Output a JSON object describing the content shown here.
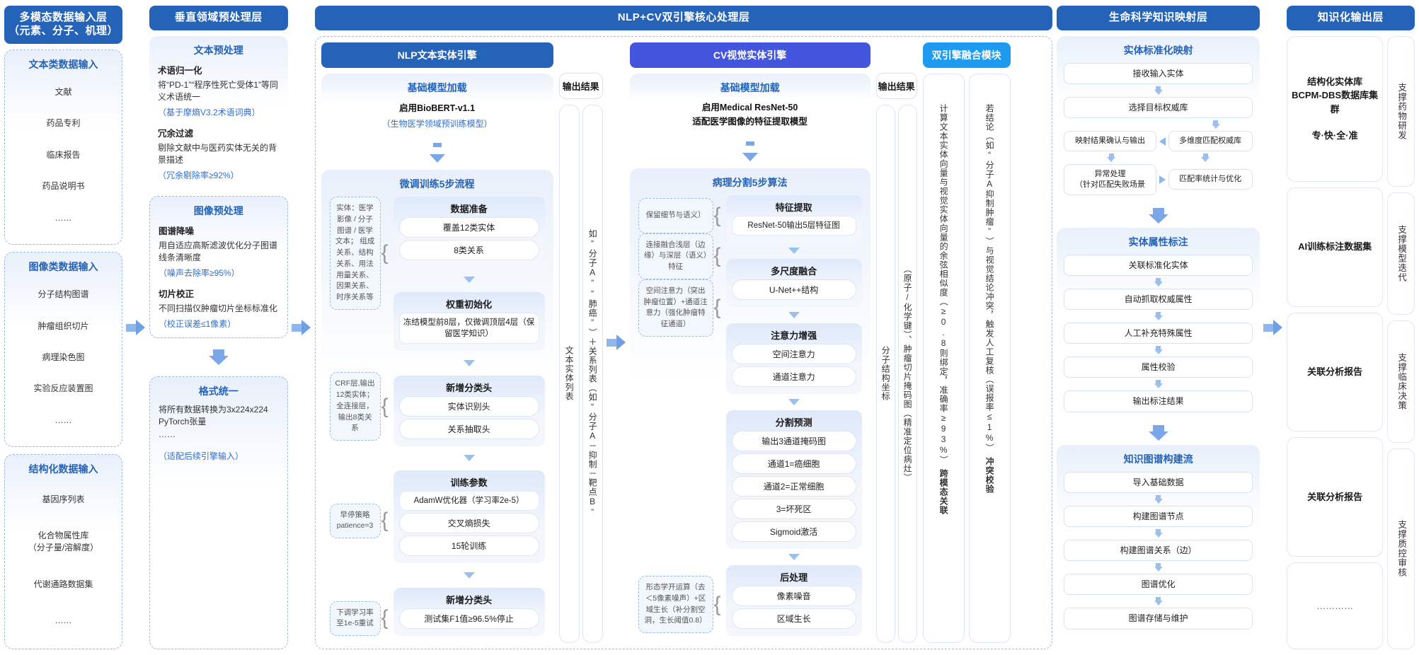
{
  "columns": {
    "input": {
      "header": "多模态数据输入层\n（元素、分子、机理）",
      "cards": [
        {
          "title": "文本类数据输入",
          "items": [
            "文献",
            "药品专利",
            "临床报告",
            "药品说明书",
            "……"
          ]
        },
        {
          "title": "图像类数据输入",
          "items": [
            "分子结构图谱",
            "肿瘤组织切片",
            "病理染色图",
            "实验反应装置图",
            "……"
          ]
        },
        {
          "title": "结构化数据输入",
          "items": [
            "基因序列表",
            "化合物属性库\n（分子量/溶解度）",
            "代谢通路数据集",
            "……"
          ]
        }
      ]
    },
    "preprocess": {
      "header": "垂直领域预处理层",
      "text_card": {
        "title": "文本预处理",
        "blocks": [
          {
            "label": "术语归一化",
            "body": "将“PD-1”“程序性死亡受体1”等同义术语统一",
            "note": "（基于摩熵V3.2术语词典）"
          },
          {
            "label": "冗余过滤",
            "body": "剔除文献中与医药实体无关的背景描述",
            "note": "（冗余剔除率≥92%）"
          }
        ]
      },
      "image_card": {
        "title": "图像预处理",
        "blocks": [
          {
            "label": "图谱降噪",
            "body": "用自适应高斯滤波优化分子图谱线条清晰度",
            "note": "（噪声去除率≥95%）"
          },
          {
            "label": "切片校正",
            "body": "不同扫描仪肿瘤切片坐标标准化",
            "note": "（校正误差≤1像素）"
          }
        ]
      },
      "format_card": {
        "title": "格式统一",
        "body": "将所有数据转换为3x224x224 PyTorch张量\n……",
        "note": "（适配后续引擎输入）"
      }
    },
    "core": {
      "header": "NLP+CV双引擎核心处理层",
      "nlp": {
        "engine_title": "NLP文本实体引擎",
        "base_model": {
          "title": "基础模型加载",
          "line1": "启用BioBERT-v1.1",
          "line2": "（生物医学领域预训练模型）"
        },
        "finetune_title": "微调训练5步流程",
        "notes": [
          "实体：医学影像 / 分子图谱 / 医学文本；\n组成关系、结构关系、用法用量关系、因果关系、时序关系等",
          "CRF层,输出12类实体；全连接层，输出8类关系",
          "早停策略 patience=3",
          "下调学习率至1e-5重试"
        ],
        "steps": [
          {
            "title": "数据准备",
            "items": [
              "覆盖12类实体",
              "8类关系"
            ]
          },
          {
            "title": "权重初始化",
            "items": [
              "冻结模型前8层，仅微调顶层4层（保留医学知识）"
            ]
          },
          {
            "title": "新增分类头",
            "items": [
              "实体识别头",
              "关系抽取头"
            ]
          },
          {
            "title": "训练参数",
            "items": [
              "AdamW优化器（学习率2e-5）",
              "交叉熵损失",
              "15轮训练"
            ]
          },
          {
            "title": "新增分类头",
            "items": [
              "测试集F1值≥96.5%停止"
            ]
          }
        ]
      },
      "nlp_output": {
        "title": "输出结果",
        "col1": "文本实体列表",
        "col2": "如“分子A”“肺癌”）＋关系列表（如“分子A－抑制－靶点B”"
      },
      "cv": {
        "engine_title": "CV视觉实体引擎",
        "base_model": {
          "title": "基础模型加载",
          "line1": "启用Medical ResNet-50",
          "line2": "适配医学图像的特征提取模型"
        },
        "seg_title": "病理分割5步算法",
        "notes": [
          "保留细节与语义）",
          "连接融合浅层（边缘）与深层（语义）特征",
          "空间注意力（突出肿瘤位置）+通道注意力（强化肿瘤特征通道）",
          "形态学开运算（去＜5像素噪声）+区域生长（补分割空洞，生长阈值0.8）"
        ],
        "steps": [
          {
            "title": "特征提取",
            "items": [
              "ResNet-50输出5层特征图"
            ]
          },
          {
            "title": "多尺度融合",
            "items": [
              "U-Net++结构"
            ]
          },
          {
            "title": "注意力增强",
            "items": [
              "空间注意力",
              "通道注意力"
            ]
          },
          {
            "title": "分割预测",
            "items": [
              "输出3通道掩码图",
              "通道1=癌细胞",
              "通道2=正常细胞",
              "3=坏死区",
              "Sigmoid激活"
            ]
          },
          {
            "title": "后处理",
            "items": [
              "像素噪音",
              "区域生长"
            ]
          }
        ]
      },
      "cv_output": {
        "title": "输出结果",
        "col1": "分子结构坐标",
        "col2": "（原子/化学键）、肿瘤切片掩码图（精准定位病灶）"
      },
      "fusion": {
        "title": "双引擎融合模块",
        "col1": "计算文本实体向量与视觉实体向量的余弦相似度（≥0.8则绑定，准确率≥93%）",
        "col2": "若结论（如“分子A抑制肿瘤”）与视觉结论冲突，触发人工复核（误报率≤1%）",
        "label1": "跨模态关联",
        "label2": "冲突校验"
      }
    },
    "mapping": {
      "header": "生命科学知识映射层",
      "cards": [
        {
          "title": "实体标准化映射",
          "rows": [
            [
              "接收输入实体"
            ],
            [
              "选择目标权威库"
            ],
            [
              "映射结果确认与输出",
              "多维度匹配权威库"
            ],
            [
              "异常处理\n（针对匹配失败场景",
              "匹配率统计与优化"
            ]
          ]
        },
        {
          "title": "实体属性标注",
          "items": [
            "关联标准化实体",
            "自动抓取权威属性",
            "人工补充特殊属性",
            "属性校验",
            "输出标注结果"
          ]
        },
        {
          "title": "知识图谱构建流",
          "items": [
            "导入基础数据",
            "构建图谱节点",
            "构建图谱关系（边）",
            "图谱优化",
            "图谱存储与维护"
          ]
        }
      ]
    },
    "output": {
      "header": "知识化输出层",
      "left": [
        {
          "main": "结构化实体库\nBCPM-DBS数据库集群",
          "sub": "专·快·全·准"
        },
        {
          "main": "AI训练标注数据集",
          "sub": ""
        },
        {
          "main": "关联分析报告",
          "sub": ""
        },
        {
          "main": "关联分析报告",
          "sub": ""
        },
        {
          "main": "…………",
          "sub": ""
        }
      ],
      "right": [
        "支撑药物研发",
        "支撑模型迭代",
        "支撑临床决策",
        "支撑质控审核"
      ]
    }
  },
  "colors": {
    "header_blue": "#2563b8",
    "engine_cv": "#4455dd",
    "fusion_blue": "#1e9bf0",
    "accent_text": "#2f6fd0",
    "arrow": "#7ba7e8"
  }
}
